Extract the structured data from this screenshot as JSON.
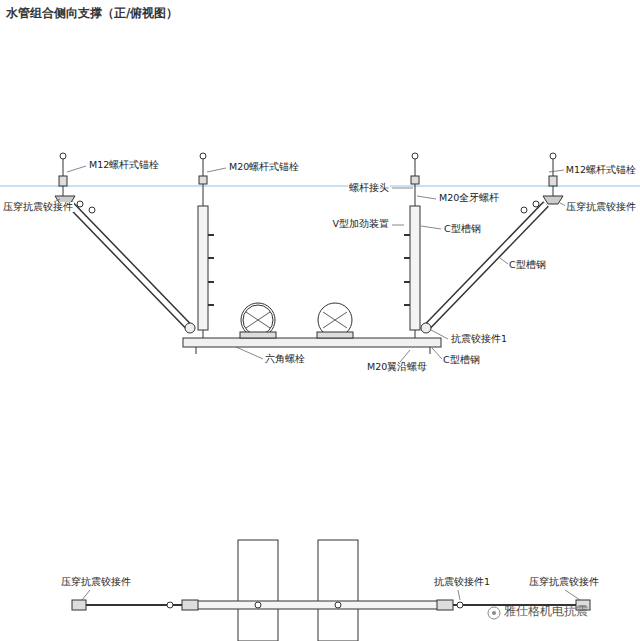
{
  "diagram": {
    "title": "水管组合侧向支撑（正/俯视图）",
    "labels": [
      "M12螺杆式锚栓",
      "压穿抗震铰接件",
      "M20螺杆式锚栓",
      "螺杆接头",
      "M20全牙螺杆",
      "V型加劲装置",
      "C型槽钢",
      "C型槽钢",
      "M12螺杆式锚栓",
      "压穿抗震铰接件",
      "抗震铰接件1",
      "六角螺栓",
      "M20翼沿螺母",
      "C型槽钢",
      "压穿抗震铰接件",
      "抗震铰接件1",
      "压穿抗震铰接件",
      "雅仕格机电抗震"
    ]
  }
}
